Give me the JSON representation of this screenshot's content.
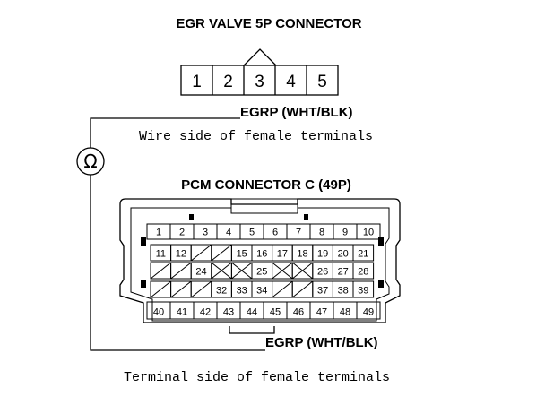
{
  "egr": {
    "title": "EGR VALVE 5P CONNECTOR",
    "pins": [
      "1",
      "2",
      "3",
      "4",
      "5"
    ],
    "wire_label": "EGRP (WHT/BLK)",
    "view_label": "Wire side of female terminals"
  },
  "meter": {
    "symbol": "Ω"
  },
  "pcm": {
    "title": "PCM CONNECTOR C (49P)",
    "row1": [
      "1",
      "2",
      "3",
      "4",
      "5",
      "6",
      "7",
      "8",
      "9",
      "10"
    ],
    "row2": [
      "11",
      "12",
      "",
      "",
      "15",
      "16",
      "17",
      "18",
      "19",
      "20",
      "21"
    ],
    "row3": [
      "",
      "",
      "24",
      "",
      "",
      "25",
      "",
      "",
      "26",
      "27",
      "28"
    ],
    "row4": [
      "",
      "",
      "",
      "32",
      "33",
      "34",
      "",
      "",
      "37",
      "38",
      "39"
    ],
    "row5": [
      "40",
      "41",
      "42",
      "43",
      "44",
      "45",
      "46",
      "47",
      "48",
      "49"
    ],
    "wire_label": "EGRP (WHT/BLK)",
    "view_label": "Terminal side of female terminals"
  }
}
